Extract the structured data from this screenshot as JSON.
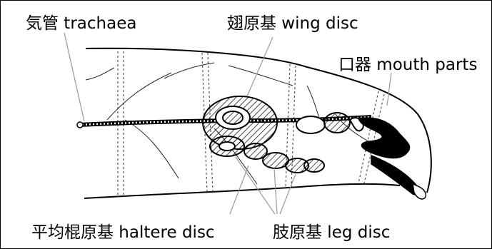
{
  "labels": {
    "trachaea": "気管 trachaea",
    "wing_disc": "翅原基 wing disc",
    "mouth_parts": "口器 mouth parts",
    "haltere_disc": "平均棍原基 haltere disc",
    "leg_disc": "肢原基 leg disc"
  }
}
